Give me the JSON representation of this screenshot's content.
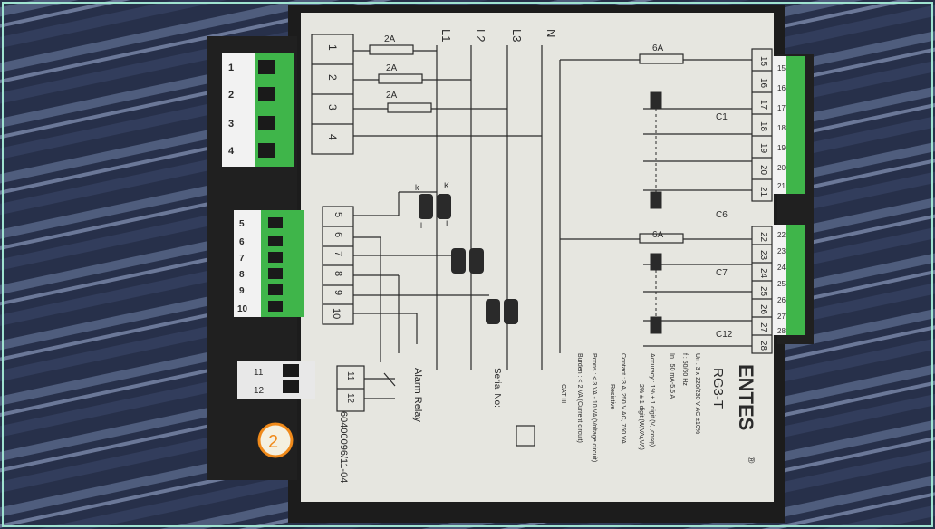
{
  "device": {
    "brand": "ENTES",
    "registered_mark": "®",
    "model": "RG3-T",
    "specs": [
      "Un : 3 x 220/230 V AC ±10%",
      "f : 50/60 Hz",
      "In : 50 mA-5.5 A",
      "Accuracy : 1% ± 1 digit (V,I,cosφ)",
      "2% ± 1 digit (W,VAr,VA)",
      "Contact : 3 A, 250 V AC, 750 VA",
      "Resistive",
      "Pcons : < 3 VA - 10 VA (Voltage circuit)",
      "Burden : < 2 VA (Current circuit)",
      "CAT III"
    ],
    "serial_label": "Serial No:",
    "alarm_relay_label": "Alarm Relay",
    "part_number": "60400096/11-04",
    "sticker_mark": "2"
  },
  "diagram": {
    "lines": [
      "L1",
      "L2",
      "L3",
      "N"
    ],
    "fuses": [
      "2A",
      "2A",
      "2A"
    ],
    "fuse_6a": "6A",
    "fuse_6a_lower": "6A",
    "input_terminals": [
      "1",
      "2",
      "3",
      "4"
    ],
    "ct_terminals": [
      "5",
      "6",
      "7",
      "8",
      "9",
      "10"
    ],
    "relay_terminals": [
      "11",
      "12"
    ],
    "output_terminals_top": [
      "15",
      "16",
      "17",
      "18",
      "19",
      "20",
      "21"
    ],
    "output_terminals_bottom": [
      "22",
      "23",
      "24",
      "25",
      "26",
      "27",
      "28"
    ],
    "ct_marks": [
      "K",
      "L",
      "k",
      "l"
    ],
    "contactors": [
      "C1",
      "C6",
      "C7",
      "C12"
    ]
  },
  "plugs": {
    "left_top": [
      "1",
      "2",
      "3",
      "4"
    ],
    "left_mid": [
      "5",
      "6",
      "7",
      "8",
      "9",
      "10"
    ],
    "left_bottom": [
      "11",
      "12"
    ],
    "right_top": [
      "15",
      "16",
      "17",
      "18",
      "19",
      "20",
      "21"
    ],
    "right_bottom": [
      "22",
      "23",
      "24",
      "25",
      "26",
      "27",
      "28"
    ]
  },
  "colors": {
    "fabric": "#2b3550",
    "stripe": "#5a6a8a",
    "label": "#e6e6e0",
    "ink": "#2a2a2a",
    "plug_green": "#3fb54a",
    "housing": "#1c1c1c"
  }
}
